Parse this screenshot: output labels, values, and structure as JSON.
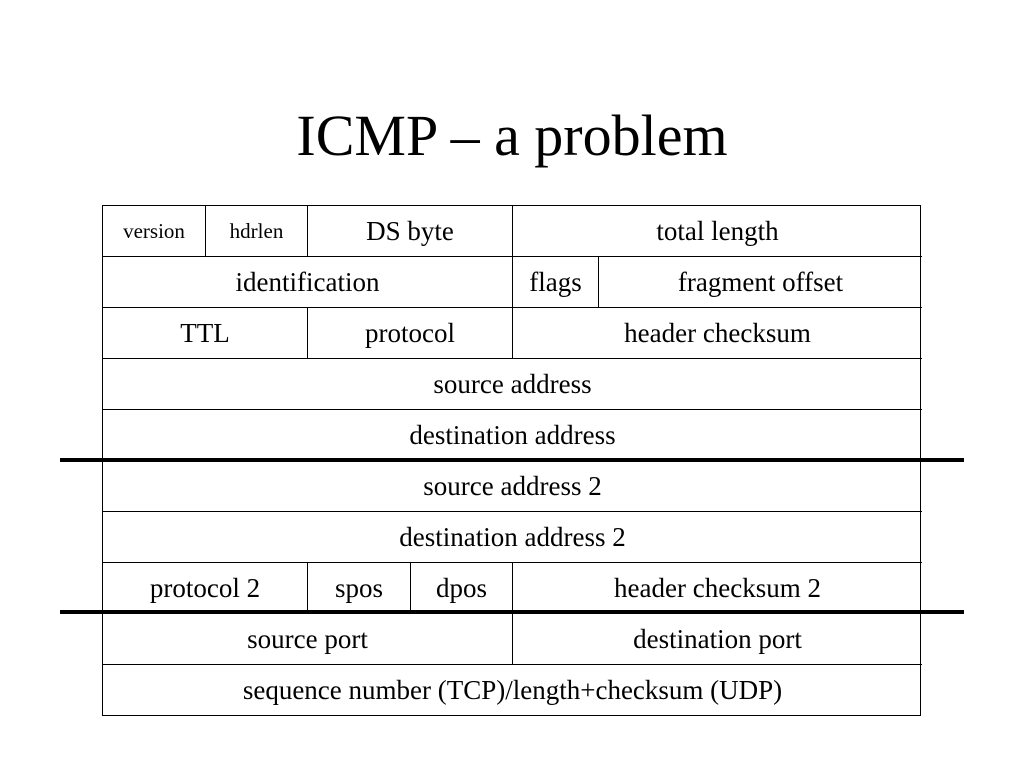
{
  "title": "ICMP – a problem",
  "rows": [
    [
      "version",
      "hdrlen",
      "DS byte",
      "total length"
    ],
    [
      "identification",
      "flags",
      "fragment offset"
    ],
    [
      "TTL",
      "protocol",
      "header checksum"
    ],
    [
      "source address"
    ],
    [
      "destination address"
    ],
    [
      "source address 2"
    ],
    [
      "destination address 2"
    ],
    [
      "protocol 2",
      "spos",
      "dpos",
      "header checksum 2"
    ],
    [
      "source port",
      "destination port"
    ],
    [
      "sequence number (TCP)/length+checksum (UDP)"
    ]
  ]
}
